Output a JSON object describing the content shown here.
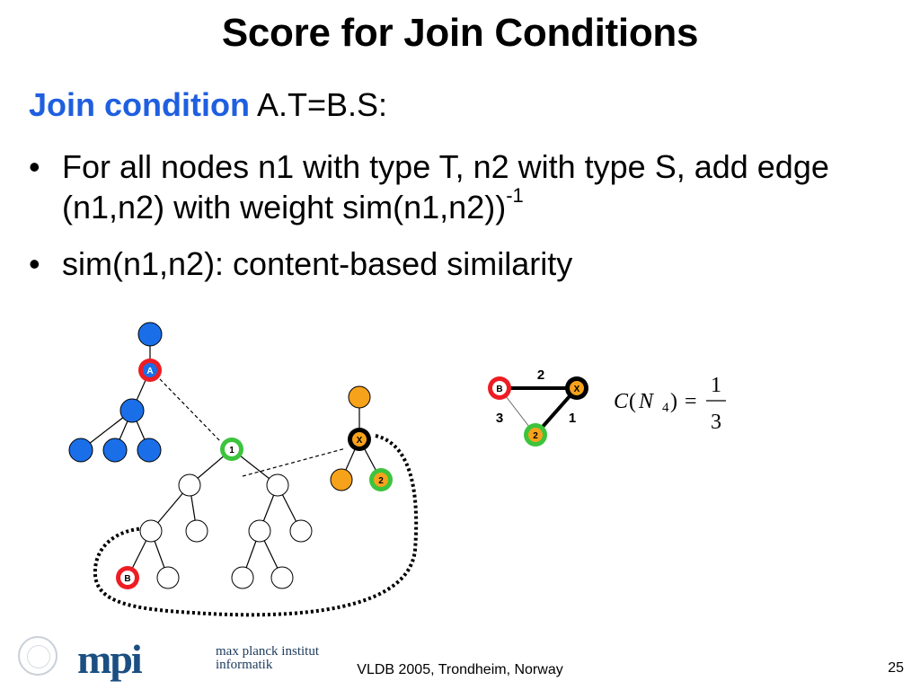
{
  "slide": {
    "title": "Score for Join Conditions",
    "heading_keyword": "Join condition",
    "heading_expr": "A.T=B.S:",
    "bullets": [
      {
        "text": "For all nodes n1 with type T, n2 with type S, add edge (n1,n2) with weight sim(n1,n2))",
        "sup": "-1"
      },
      {
        "text": "sim(n1,n2): content-based similarity"
      }
    ]
  },
  "graph_labels": {
    "node_a": "A",
    "node_1": "1",
    "node_x": "X",
    "node_2": "2",
    "node_b": "B"
  },
  "small_graph": {
    "node_b": "B",
    "node_x": "X",
    "node_2": "2",
    "edge_bx": "2",
    "edge_b2": "3",
    "edge_x2": "1"
  },
  "formula": {
    "c": "C",
    "open": "(",
    "n": "N",
    "sub": "4",
    "close": ")",
    "eq": "=",
    "num": "1",
    "den": "3"
  },
  "footer": {
    "conference": "VLDB 2005, Trondheim, Norway",
    "page": "25",
    "logo": "mpi",
    "institute_line1": "max planck institut",
    "institute_line2": "informatik"
  },
  "colors": {
    "blue_node": "#1a6fe8",
    "red_ring": "#ee1c24",
    "green_ring": "#3cc43c",
    "orange_node": "#f7a21b",
    "accent": "#1f5fe0"
  }
}
